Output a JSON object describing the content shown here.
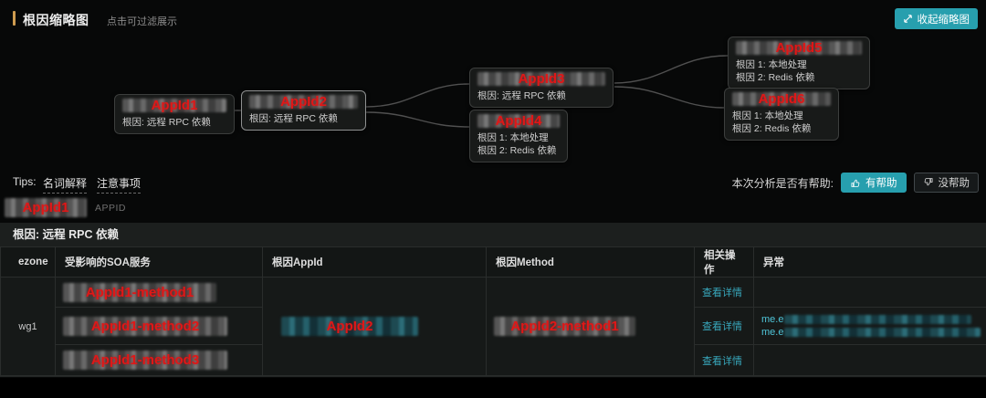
{
  "colors": {
    "accent_teal": "#279fae",
    "red_annotation": "#e01717",
    "accent_bar": "#cf9c50",
    "link_teal": "#38a8bd"
  },
  "header": {
    "title": "根因缩略图",
    "subtitle": "点击可过滤展示",
    "collapse_button": "收起缩略图"
  },
  "diagram": {
    "nodes": [
      {
        "id": "AppId1",
        "lines": [
          "根因: 远程 RPC 依赖"
        ]
      },
      {
        "id": "AppId2",
        "lines": [
          "根因: 远程 RPC 依赖"
        ]
      },
      {
        "id": "AppId3",
        "lines": [
          "根因: 远程 RPC 依赖"
        ]
      },
      {
        "id": "AppId4",
        "lines": [
          "根因 1: 本地处理",
          "根因 2: Redis 依赖"
        ]
      },
      {
        "id": "AppId5",
        "lines": [
          "根因 1: 本地处理",
          "根因 2: Redis 依赖"
        ]
      },
      {
        "id": "AppId6",
        "lines": [
          "根因 1: 本地处理",
          "根因 2: Redis 依赖"
        ]
      }
    ],
    "edges": [
      [
        "AppId1",
        "AppId2"
      ],
      [
        "AppId2",
        "AppId3"
      ],
      [
        "AppId2",
        "AppId4"
      ],
      [
        "AppId3",
        "AppId5"
      ],
      [
        "AppId3",
        "AppId6"
      ]
    ]
  },
  "tips": {
    "label": "Tips:",
    "items": [
      "名词解释",
      "注意事项"
    ]
  },
  "feedback": {
    "question": "本次分析是否有帮助:",
    "helpful": "有帮助",
    "not_helpful": "没帮助"
  },
  "selected_app": {
    "id": "AppId1",
    "type_label": "APPID"
  },
  "table": {
    "title": "根因: 远程 RPC 依赖",
    "columns": [
      "ezone",
      "受影响的SOA服务",
      "根因AppId",
      "根因Method",
      "相关操作",
      "异常"
    ],
    "ezone": "wg1",
    "root_cause_appid": "AppId2",
    "root_cause_method": "AppId2-method1",
    "rows": [
      {
        "service": "AppId1-method1",
        "action": "查看详情",
        "exceptions": []
      },
      {
        "service": "AppId1-method2",
        "action": "查看详情",
        "exceptions": [
          "me.e",
          "me.e"
        ]
      },
      {
        "service": "AppId1-method3",
        "action": "查看详情",
        "exceptions": []
      }
    ]
  }
}
